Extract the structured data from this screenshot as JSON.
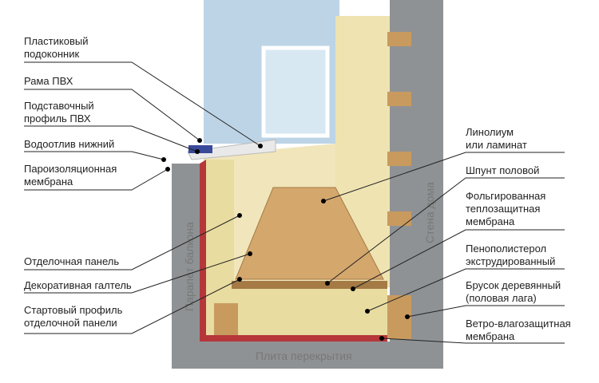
{
  "title": "Утепление пола балкона",
  "left_labels": [
    {
      "lines": [
        "Пластиковый",
        "подоконник"
      ]
    },
    {
      "lines": [
        "Рама ПВХ"
      ]
    },
    {
      "lines": [
        "Подставочный",
        "профиль ПВХ"
      ]
    },
    {
      "lines": [
        "Водоотлив нижний"
      ]
    },
    {
      "lines": [
        "Пароизоляционная",
        "мембрана"
      ]
    },
    {
      "lines": [
        "Отделочная панель"
      ]
    },
    {
      "lines": [
        "Декоративная галтель"
      ]
    },
    {
      "lines": [
        "Стартовый профиль",
        "отделочной панели"
      ]
    }
  ],
  "right_labels": [
    {
      "lines": [
        "Линолиум",
        "или ламинат"
      ]
    },
    {
      "lines": [
        "Шпунт половой"
      ]
    },
    {
      "lines": [
        "Фольгированная",
        "теплозащитная",
        "мембрана"
      ]
    },
    {
      "lines": [
        "Пенополистерол",
        "экструдированный"
      ]
    },
    {
      "lines": [
        "Брусок деревянный",
        "(половая лага)"
      ]
    },
    {
      "lines": [
        "Ветро-влагозащитная",
        "мембрана"
      ]
    }
  ],
  "inline_labels": {
    "parapet": "Парапет балкона",
    "house_wall": "Стена дома",
    "slab": "Плита перекрытия"
  },
  "colors": {
    "concrete": "#8f9294",
    "insulation": "#e8dca0",
    "wood": "#c99a5e",
    "membrane": "#b5373a",
    "window": "#bcd4e6"
  }
}
